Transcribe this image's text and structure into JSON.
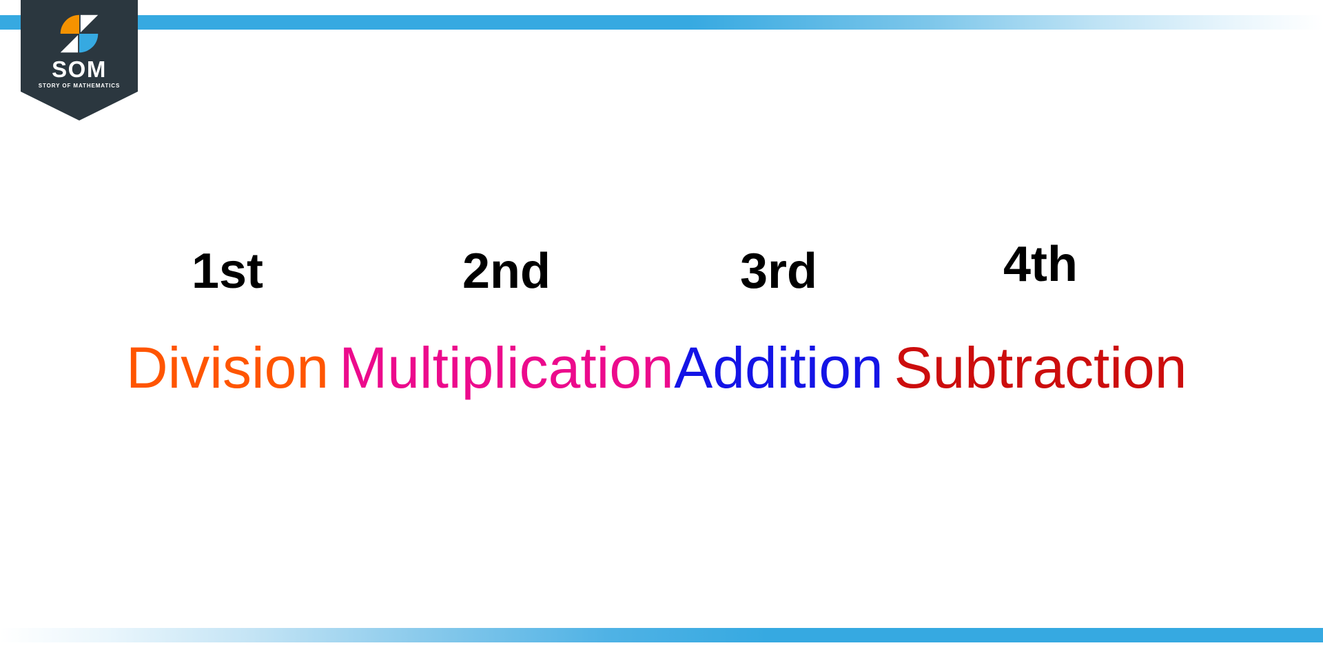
{
  "page": {
    "background": "#ffffff",
    "accent_blue": "#36a9e1"
  },
  "logo": {
    "wordmark": "SOM",
    "tagline": "STORY OF MATHEMATICS",
    "banner_color": "#2b373f",
    "mark_colors": {
      "top_left_quarter_circle": "#f59200",
      "top_right_triangle": "#ffffff",
      "bottom_left_triangle": "#ffffff",
      "bottom_right_quarter_circle": "#36a9e1"
    }
  },
  "decor": {
    "top_bar_color": "#36a9e1",
    "bottom_bar_color": "#36a9e1"
  },
  "main": {
    "columns": [
      {
        "ordinal": "1st",
        "operation": "Division",
        "color": "#ff5500"
      },
      {
        "ordinal": "2nd",
        "operation": "Multiplication",
        "color": "#ec0a8c"
      },
      {
        "ordinal": "3rd",
        "operation": "Addition",
        "color": "#1414e6"
      },
      {
        "ordinal": "4th",
        "operation": "Subtraction",
        "color": "#cc0d0d"
      }
    ]
  }
}
